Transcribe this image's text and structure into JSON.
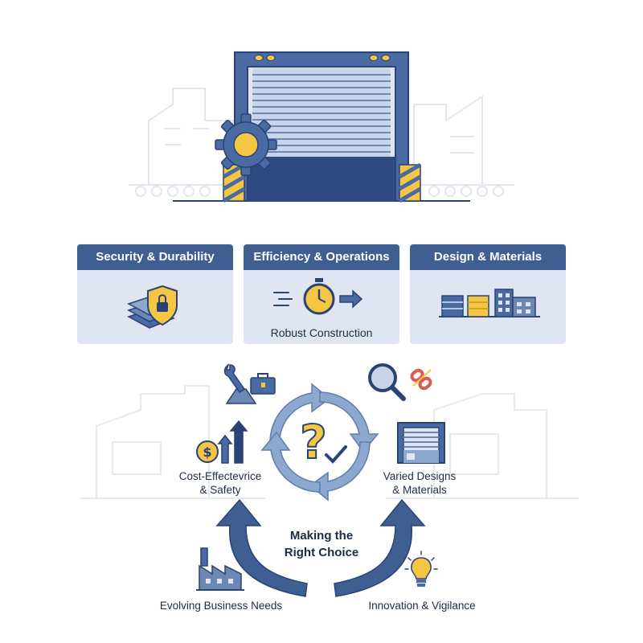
{
  "cards": [
    {
      "title": "Security & Durability",
      "icon": "shield-lock-icon"
    },
    {
      "title": "Efficiency & Operations",
      "caption": "Robust Construction",
      "icon": "stopwatch-icon"
    },
    {
      "title": "Design & Materials",
      "icon": "building-materials-icon"
    }
  ],
  "cycle": {
    "left_label_line1": "Cost-Effectevrice",
    "left_label_line2": "& Safety",
    "right_label_line1": "Varied Designs",
    "right_label_line2": "& Materials",
    "center_title_line1": "Making the",
    "center_title_line2": "Right Choice"
  },
  "bottom": {
    "left_label": "Evolving Business Needs",
    "right_label": "Innovation & Vigilance"
  },
  "colors": {
    "navy": "#3f5f93",
    "dark_navy": "#2a4274",
    "light_blue": "#dfe6f1",
    "yellow": "#f5c644",
    "arrow_blue": "#7a9ccc"
  }
}
